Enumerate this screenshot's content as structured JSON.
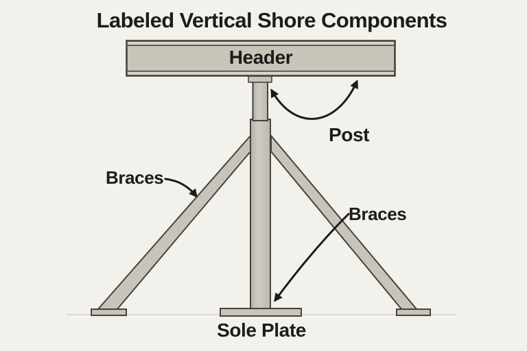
{
  "diagram": {
    "title": "Labeled Vertical Shore Components",
    "labels": {
      "header": "Header",
      "post": "Post",
      "braces_left": "Braces",
      "braces_right": "Braces",
      "sole_plate": "Sole Plate"
    },
    "colors": {
      "background": "#f3f1ec",
      "member_fill": "#c7c4b9",
      "member_fill_light": "#d7d4ca",
      "member_border": "#45433c",
      "text": "#1d1c1a",
      "arrow": "#1d1c1a",
      "ground_line": "#dcd9d1"
    }
  }
}
